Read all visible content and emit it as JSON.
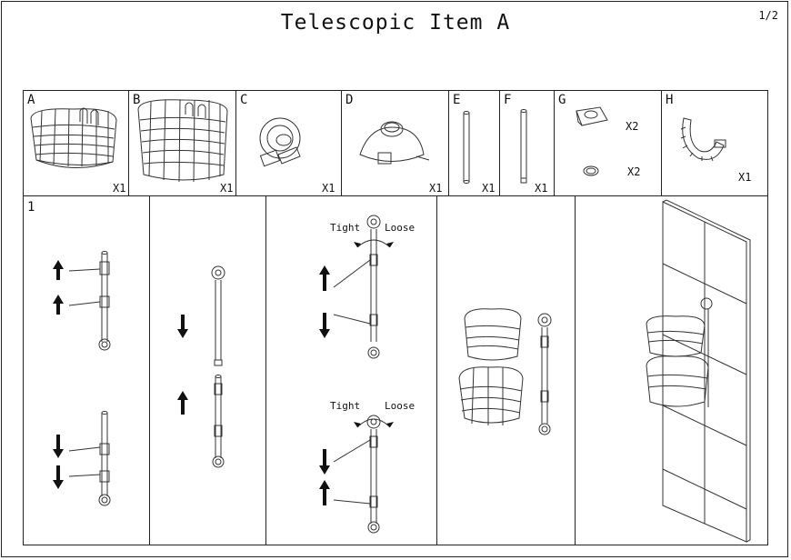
{
  "header": {
    "title": "Telescopic Item A",
    "page": "1/2"
  },
  "parts": [
    {
      "label": "A",
      "qty": "X1",
      "icon": "basket-small-icon"
    },
    {
      "label": "B",
      "qty": "X1",
      "icon": "basket-large-icon"
    },
    {
      "label": "C",
      "qty": "X1",
      "icon": "suction-cup-icon"
    },
    {
      "label": "D",
      "qty": "X1",
      "icon": "suction-cup-bottom-icon"
    },
    {
      "label": "E",
      "qty": "X1",
      "icon": "rod-upper-icon"
    },
    {
      "label": "F",
      "qty": "X1",
      "icon": "rod-lower-icon"
    },
    {
      "label": "G",
      "qty": "X2",
      "qty2": "X2",
      "icon": "clamp-and-ring-icon"
    },
    {
      "label": "H",
      "qty": "X1",
      "icon": "clip-icon"
    }
  ],
  "steps": {
    "step_number": "1",
    "tight": "Tight",
    "loose": "Loose"
  }
}
